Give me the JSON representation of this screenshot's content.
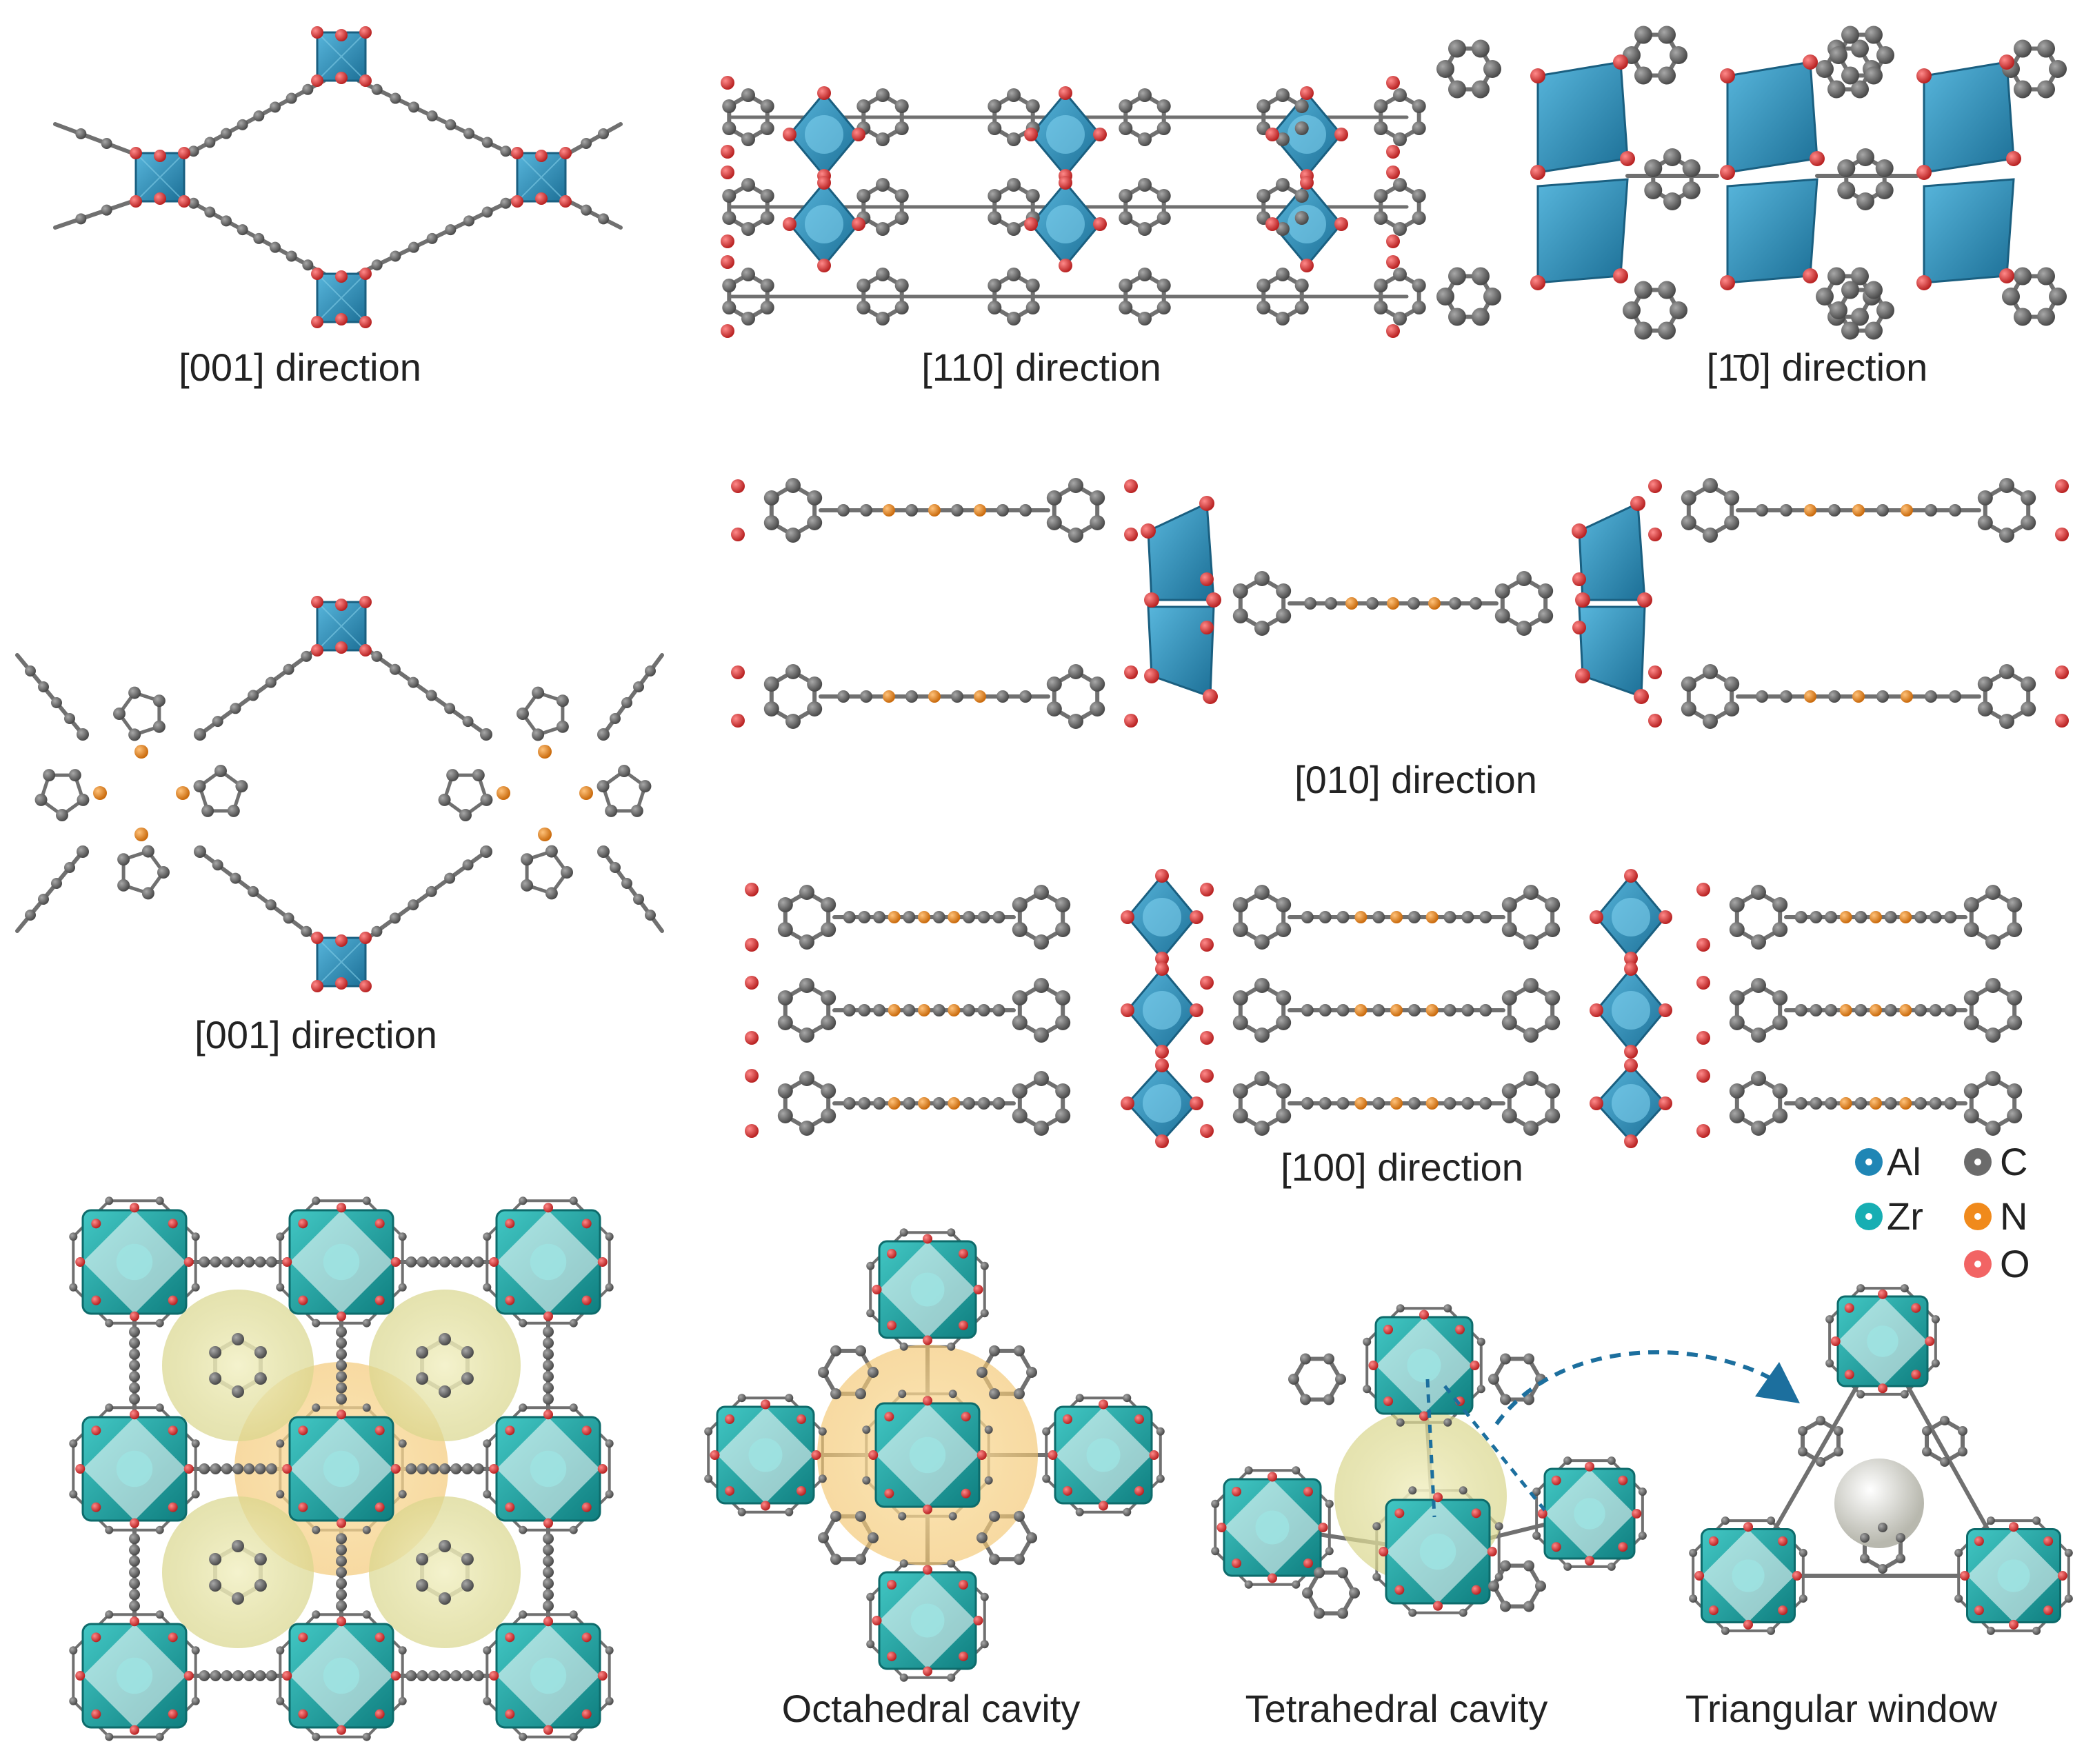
{
  "labels": {
    "top_left": "[001] direction",
    "top_mid": "[110] direction",
    "top_right": "[1̄0] direction",
    "mid_left": "[001] direction",
    "mid_right_top": "[010] direction",
    "mid_right_bottom": "[100] direction",
    "bottom_1": "Octahedral cavity",
    "bottom_2": "Tetrahedral cavity",
    "bottom_3": "Triangular window"
  },
  "legend": [
    {
      "symbol": "Al",
      "color": "#1f86b5"
    },
    {
      "symbol": "C",
      "color": "#6b6b6b"
    },
    {
      "symbol": "Zr",
      "color": "#17aeb3"
    },
    {
      "symbol": "N",
      "color": "#f08a1c"
    },
    {
      "symbol": "O",
      "color": "#f26464"
    }
  ],
  "colors": {
    "carbon": "#6e6e6e",
    "oxygen": "#d33a3a",
    "nitrogen": "#e88518",
    "al_poly": "#2a8fb8",
    "zr_poly": "#1a9c9a",
    "cavity_yellow": "#e8e6a8",
    "cavity_orange": "#f7d58d",
    "cavity_grey": "#d8d8d0"
  }
}
